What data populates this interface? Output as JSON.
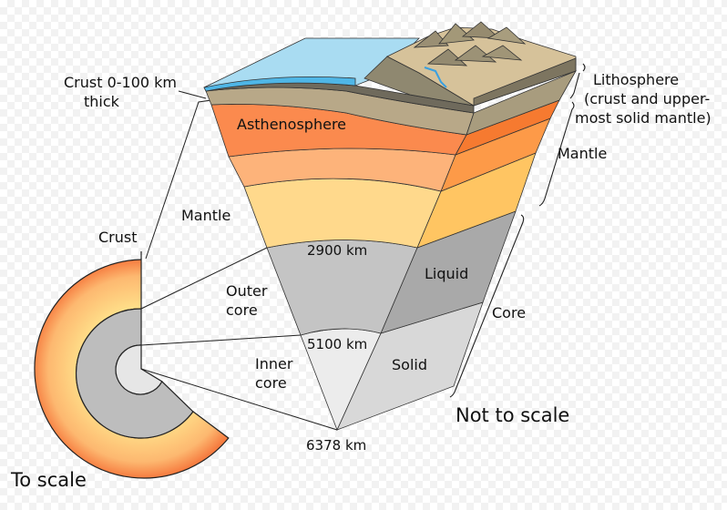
{
  "labels": {
    "crust_thickness_1": "Crust 0-100 km",
    "crust_thickness_2": "thick",
    "asthenosphere": "Asthenosphere",
    "mantle_left": "Mantle",
    "crust_left": "Crust",
    "outer_core_1": "Outer",
    "outer_core_2": "core",
    "inner_core_1": "Inner",
    "inner_core_2": "core",
    "depth_2900": "2900 km",
    "depth_5100": "5100 km",
    "depth_6378": "6378 km",
    "liquid": "Liquid",
    "solid": "Solid",
    "lithosphere_1": "Lithosphere",
    "lithosphere_2": "(crust and upper-",
    "lithosphere_3": "most solid mantle)",
    "mantle_right": "Mantle",
    "core_right": "Core",
    "not_to_scale": "Not to scale",
    "to_scale": "To scale"
  },
  "colors": {
    "ocean": "#a9dcf2",
    "ocean_blue": "#4fb6e6",
    "land_top": "#d6c29a",
    "land_mid": "#b8a888",
    "asthenosphere": "#fb8a4e",
    "upper_mantle": "#fdb37a",
    "lower_mantle": "#ffd98c",
    "outer_core": "#c4c4c4",
    "outer_core_side": "#a9a9a9",
    "inner_core": "#ececec",
    "inner_core_side": "#d8d8d8"
  }
}
